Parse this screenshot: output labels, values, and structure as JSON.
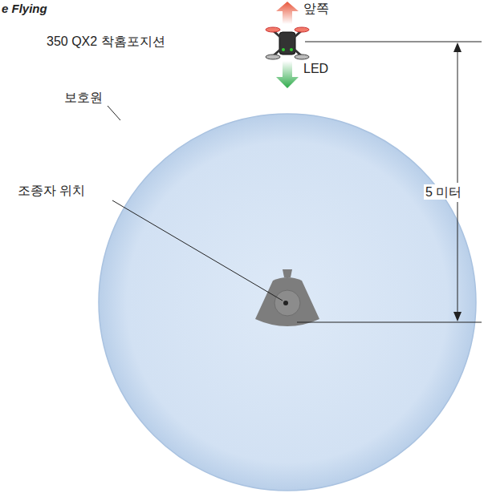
{
  "diagram": {
    "title": "e Flying",
    "labels": [
      "앞쪽",
      "LED",
      "350 QX2 착홈포지션",
      "보호원",
      "조종자 위치",
      "5 미터"
    ]
  }
}
